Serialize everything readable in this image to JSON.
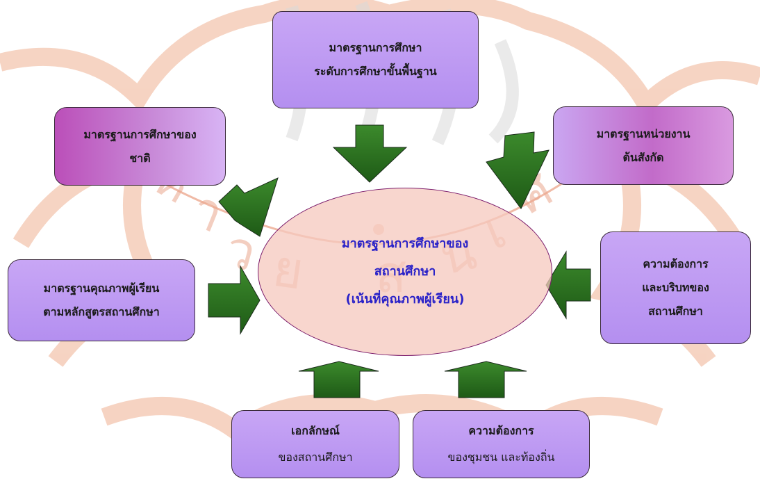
{
  "center": {
    "line1": "มาตรฐานการศึกษาของ",
    "line2": "สถานศึกษา",
    "line3": "(เน้นที่คุณภาพผู้เรียน)"
  },
  "nodes": {
    "basic": {
      "line1": "มาตรฐานการศึกษา",
      "line2": "ระดับการศึกษาขั้นพื้นฐาน"
    },
    "national": {
      "line1": "มาตรฐานการศึกษาของ",
      "line2": "ชาติ"
    },
    "agency": {
      "line1": "มาตรฐานหน่วยงาน",
      "line2": "ต้นสังกัด"
    },
    "learner": {
      "line1": "มาตรฐานคุณภาพผู้เรียน",
      "line2": "ตามหลักสูตรสถานศึกษา"
    },
    "needs": {
      "line1": "ความต้องการ",
      "line2": "และบริบทของ",
      "line3": "สถานศึกษา"
    },
    "identity": {
      "line1": "เอกลักษณ์",
      "line2": "ของสถานศึกษา"
    },
    "community": {
      "line1": "ความต้องการ",
      "line2": "ของชุมชน และท้องถิ่น"
    }
  },
  "colors": {
    "box_fill": "#b48ff0",
    "box_accent": "#bb4fb9",
    "center_fill": "#f5c8be",
    "center_text": "#2a22c8",
    "arrow_fill": "#2e7d23",
    "watermark": "#f0b9a3"
  }
}
